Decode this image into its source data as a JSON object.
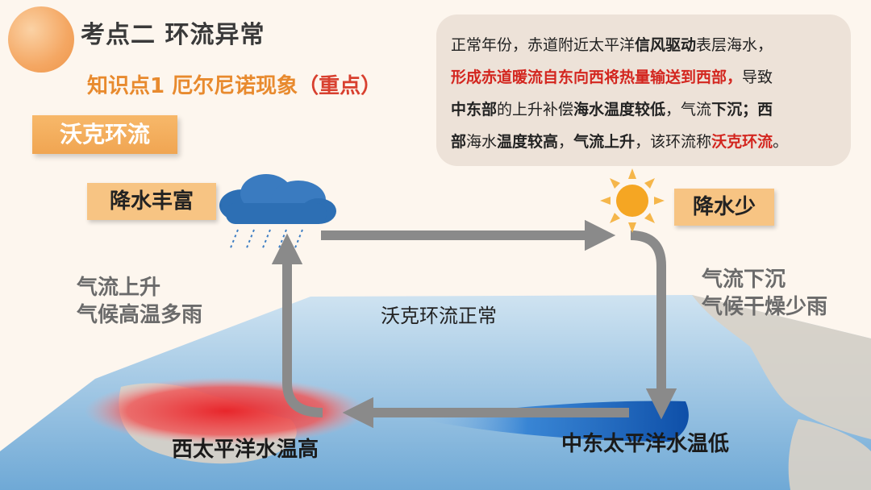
{
  "header": {
    "title": "考点二 环流异常",
    "subtitle_main": "知识点1 厄尔尼诺现象",
    "subtitle_key": "（重点）",
    "tag": "沃克环流"
  },
  "infobox": {
    "l1_a": "正常年份，赤道附近太平洋",
    "l1_b": "信风驱动",
    "l1_c": "表层海水，",
    "l2_a": "形成赤道暖流自东向西将热量输送到西部，",
    "l2_b": "导致",
    "l3_a": "中东部",
    "l3_b": "的上升补偿",
    "l3_c": "海水温度较低",
    "l3_d": "，气流",
    "l3_e": "下沉",
    "l3_f": "；西",
    "l4_a": "部",
    "l4_b": "海水",
    "l4_c": "温度较高",
    "l4_d": "，",
    "l4_e": "气流上升",
    "l4_f": "，该环流称",
    "l4_g": "沃克环流",
    "l4_h": "。"
  },
  "diagram": {
    "rich_rain": "降水丰富",
    "less_rain": "降水少",
    "left_line1": "气流上升",
    "left_line2": "气候高温多雨",
    "right_line1": "气流下沉",
    "right_line2": "气候干燥少雨",
    "center": "沃克环流正常",
    "west_sea": "西太平洋水温高",
    "east_sea": "中东太平洋水温低"
  },
  "icons": {
    "cloud": "rain-cloud-icon",
    "sun": "sun-icon"
  },
  "colors": {
    "orange": "#e88a2e",
    "red": "#d3261f",
    "arrow": "#8a8a8a",
    "warm": "#e8262b",
    "cold": "#1b64c4"
  }
}
